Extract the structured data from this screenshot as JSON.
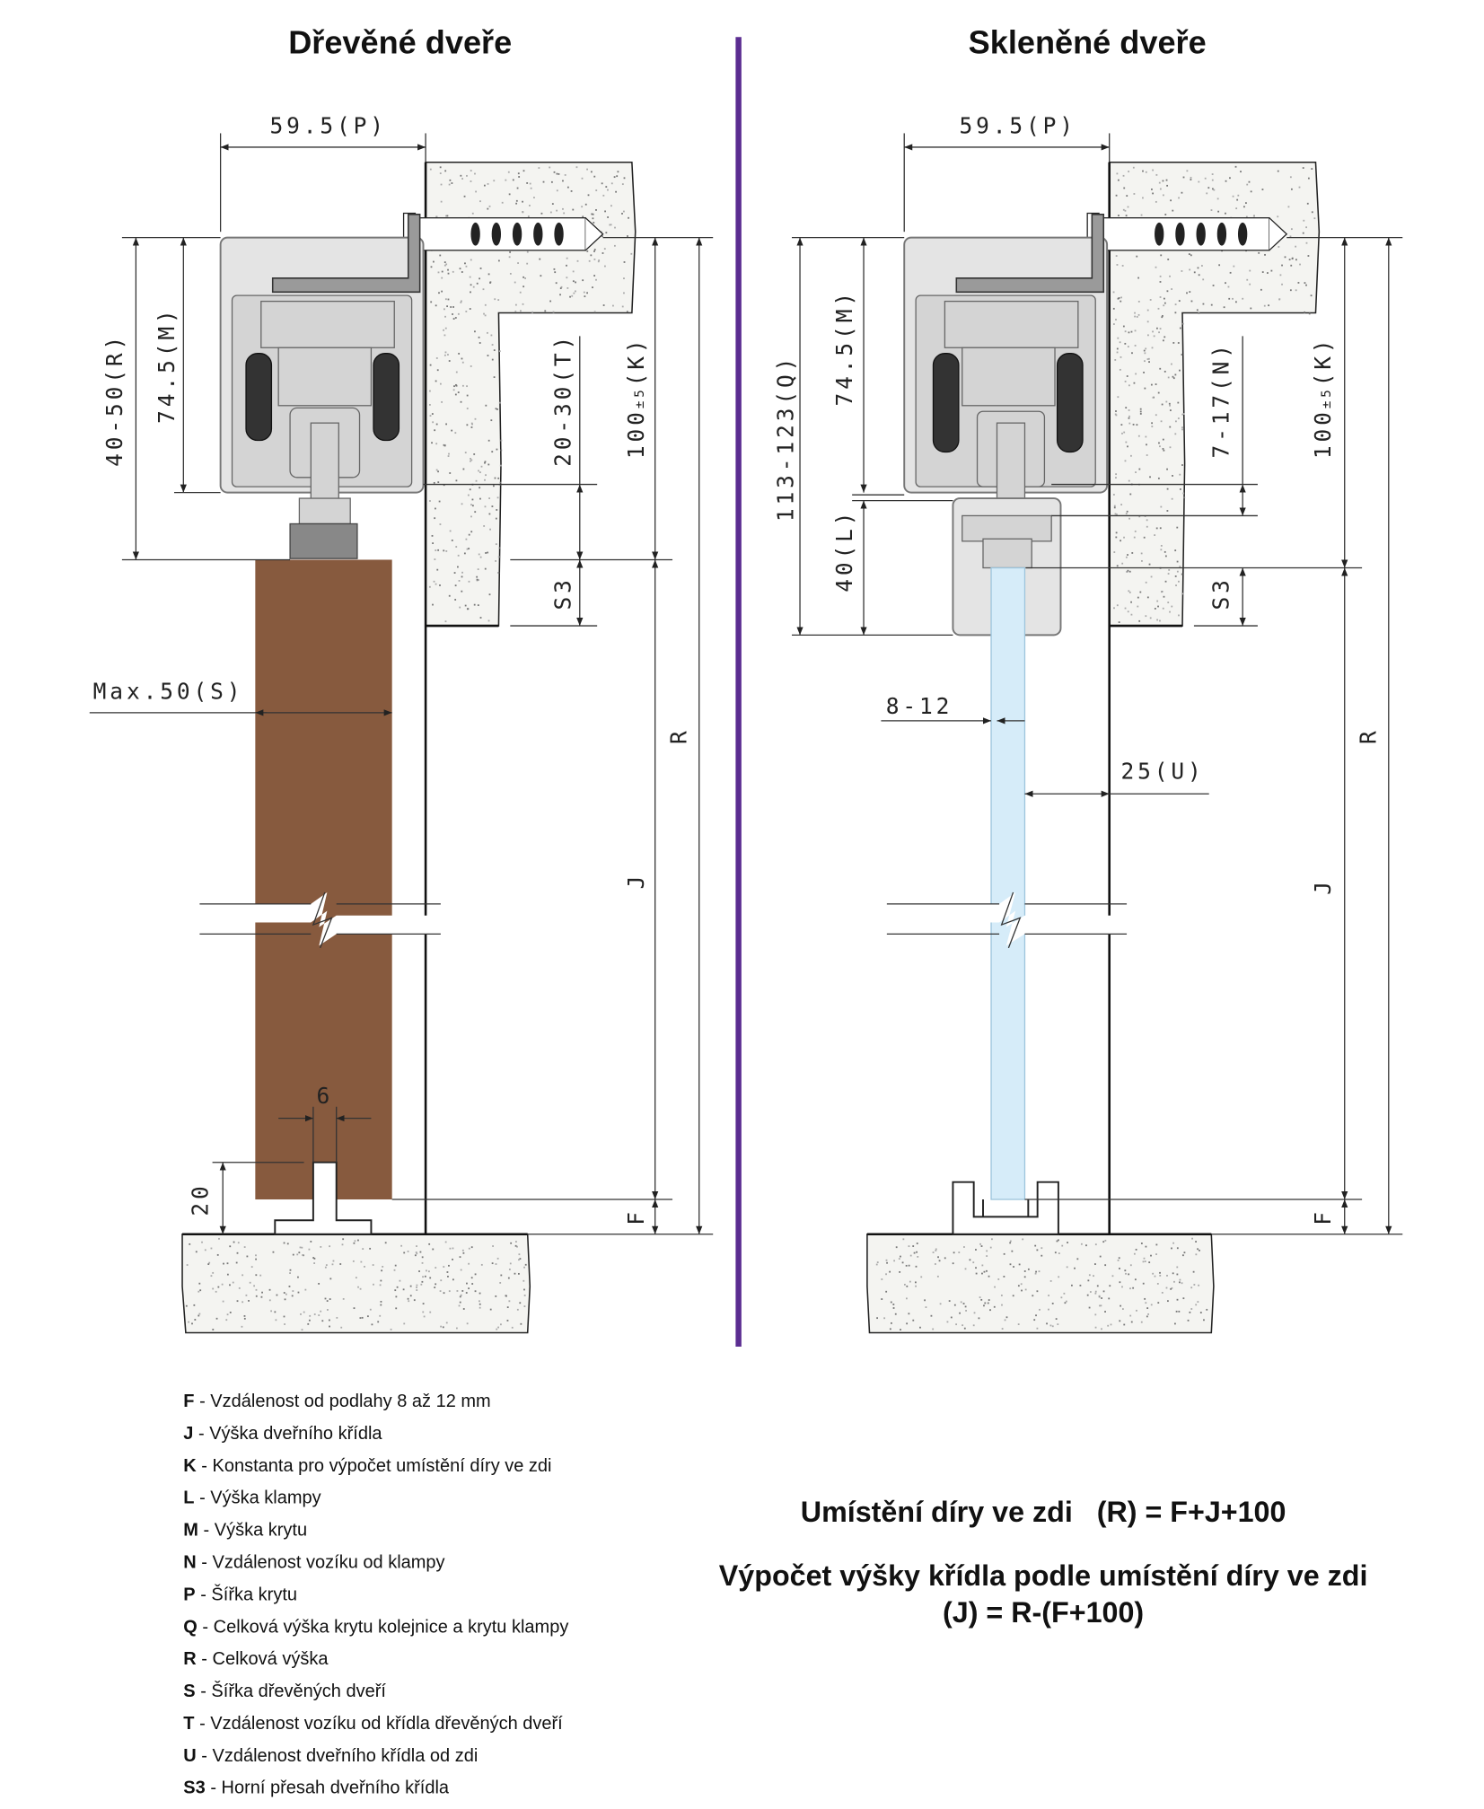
{
  "titles": {
    "wood": "Dřevěné dveře",
    "glass": "Skleněné dveře"
  },
  "colors": {
    "divider": "#5b2d91",
    "wood": "#875a3e",
    "glass": "#d6ecf9"
  },
  "wood_diagram": {
    "width_p": "59.5(P)",
    "r_range": "40-50(R)",
    "m": "74.5(M)",
    "t": "20-30(T)",
    "k_value": "100",
    "k_tol": "±5",
    "k_label": "(K)",
    "s3": "S3",
    "r": "R",
    "j": "J",
    "f": "F",
    "s_max": "Max.50(S)",
    "groove": "6",
    "guide_h": "20"
  },
  "glass_diagram": {
    "width_p": "59.5(P)",
    "q": "113-123(Q)",
    "m": "74.5(M)",
    "l": "40(L)",
    "n": "7-17(N)",
    "k_value": "100",
    "k_tol": "±5",
    "k_label": "(K)",
    "s3": "S3",
    "r": "R",
    "j": "J",
    "f": "F",
    "glass_thickness": "8-12",
    "u": "25(U)"
  },
  "legend": [
    {
      "key": "F",
      "text": " - Vzdálenost od podlahy 8 až 12 mm"
    },
    {
      "key": "J",
      "text": " - Výška dveřního křídla"
    },
    {
      "key": "K",
      "text": " - Konstanta pro výpočet umístění díry ve zdi"
    },
    {
      "key": "L",
      "text": " - Výška klampy"
    },
    {
      "key": "M",
      "text": " - Výška krytu"
    },
    {
      "key": "N",
      "text": " - Vzdálenost vozíku od klampy"
    },
    {
      "key": "P",
      "text": " - Šířka krytu"
    },
    {
      "key": "Q",
      "text": " - Celková výška krytu kolejnice a krytu klampy"
    },
    {
      "key": "R",
      "text": " - Celková výška"
    },
    {
      "key": "S",
      "text": " - Šířka dřevěných dveří"
    },
    {
      "key": "T",
      "text": " - Vzdálenost vozíku od křídla dřevěných dveří"
    },
    {
      "key": "U",
      "text": " - Vzdálenost dveřního křídla od zdi"
    },
    {
      "key": "S3",
      "text": " - Horní přesah dveřního křídla"
    }
  ],
  "formulas": {
    "r_formula": "Umístění díry ve zdi   (R) = F+J+100",
    "j_title": "Výpočet výšky křídla podle umístění díry ve zdi",
    "j_formula": "(J) = R-(F+100)"
  }
}
